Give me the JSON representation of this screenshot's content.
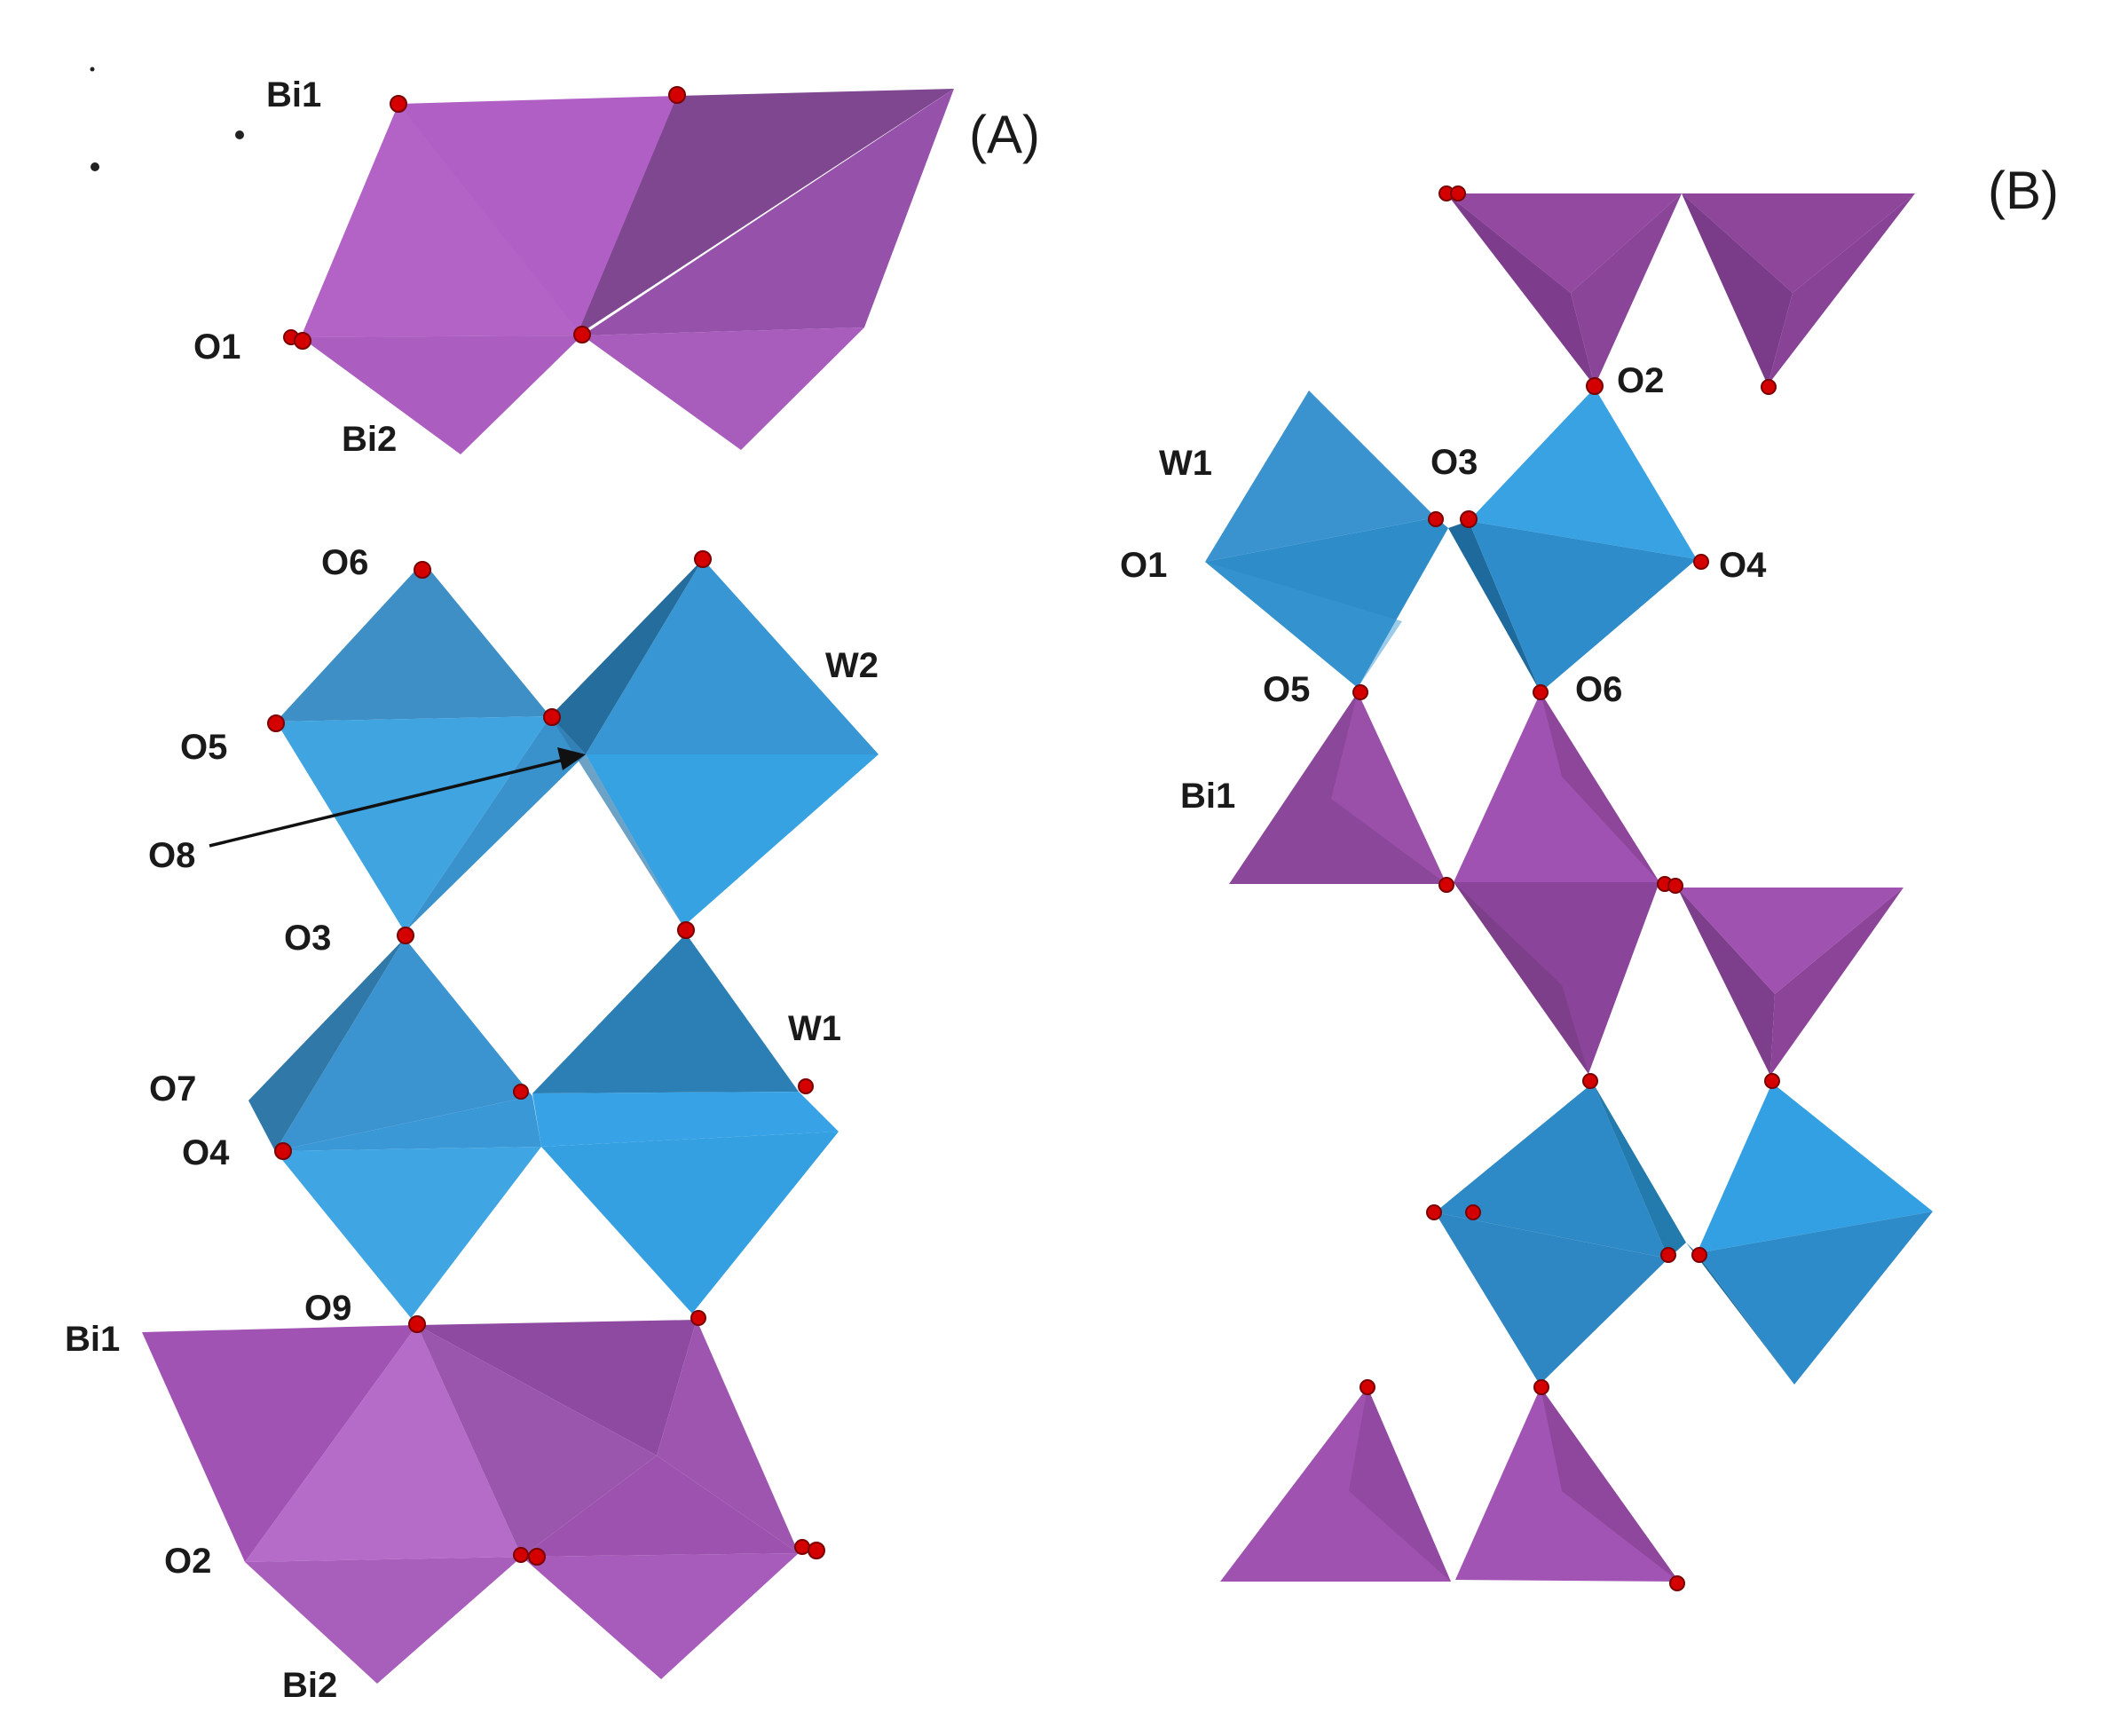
{
  "colors": {
    "bi_polyhedron": "#a855b8",
    "w_octahedron": "#35a0dc",
    "oxygen_atom": "#d40000",
    "label_text": "#1a1a1a"
  },
  "panels": {
    "a": {
      "panel_label": "(A)",
      "labels": {
        "bi1_top": "Bi1",
        "o1": "O1",
        "bi2_top": "Bi2",
        "o6": "O6",
        "w2": "W2",
        "o5": "O5",
        "o8": "O8",
        "o3": "O3",
        "w1": "W1",
        "o7": "O7",
        "o4": "O4",
        "o9": "O9",
        "bi1_bottom": "Bi1",
        "o2": "O2",
        "bi2_bottom": "Bi2"
      }
    },
    "b": {
      "panel_label": "(B)",
      "labels": {
        "o2": "O2",
        "w1": "W1",
        "o3": "O3",
        "o1": "O1",
        "o4": "O4",
        "o5": "O5",
        "o6": "O6",
        "bi1": "Bi1"
      }
    }
  }
}
